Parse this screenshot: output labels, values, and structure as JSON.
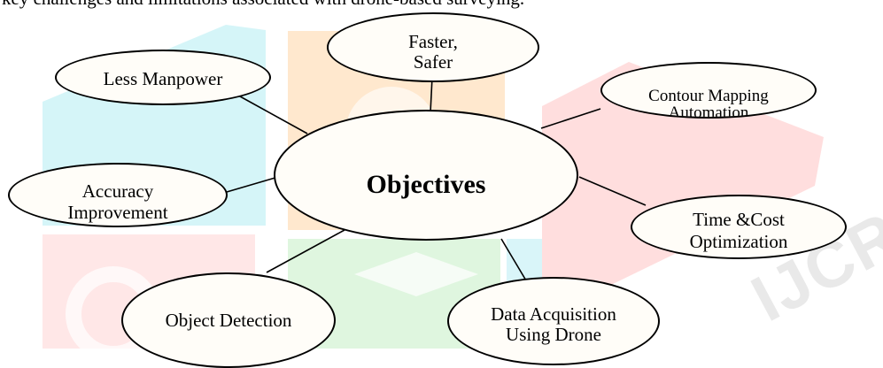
{
  "document": {
    "intro_text": "key challenges and limitations associated with drone-based surveying."
  },
  "diagram": {
    "center": "Objectives",
    "nodes": {
      "less_manpower": [
        "Less Manpower"
      ],
      "faster_safer": [
        "Faster,",
        "Safer"
      ],
      "contour_mapping": [
        "Contour Mapping",
        "Automation"
      ],
      "accuracy": [
        "Accuracy",
        "Improvement"
      ],
      "time_cost": [
        "Time &Cost",
        "Optimization"
      ],
      "object_detection": [
        "Object Detection"
      ],
      "data_acquisition": [
        "Data Acquisition",
        "Using Drone"
      ]
    }
  },
  "watermark": {
    "text": "IJCRT",
    "colors": {
      "cyan": "#b3ecf3",
      "orange": "#ffd6a6",
      "red": "#ffc2c2",
      "green": "#c4efc4",
      "light_red": "#ffd3d3"
    }
  }
}
